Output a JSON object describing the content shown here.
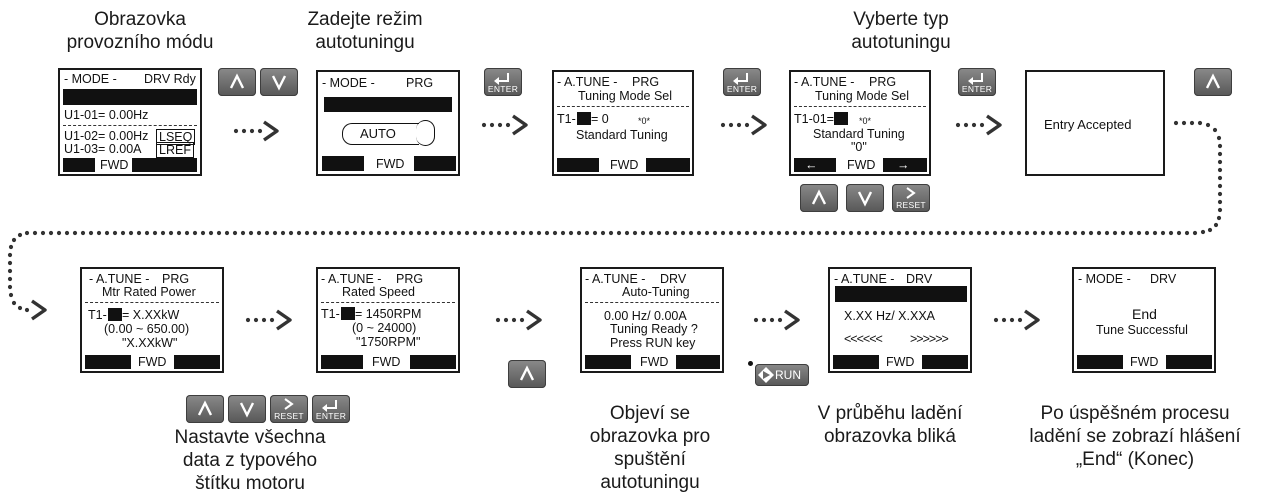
{
  "captions": {
    "step1": [
      "Obrazovka",
      "provozního módu"
    ],
    "step2": [
      "Zadejte režim",
      "autotuningu"
    ],
    "step3": [
      "Vyberte typ",
      "autotuningu"
    ],
    "step_data": [
      "Nastavte všechna",
      "data z typového",
      "štítku motoru"
    ],
    "step_ready": [
      "Objeví se",
      "obrazovka pro",
      "spuštění",
      "autotuningu"
    ],
    "step_blink": [
      "V průběhu ladění",
      "obrazovka bliká"
    ],
    "step_end": [
      "Po úspěšném procesu",
      "ladění se zobrazí hlášení",
      "„End“ (Konec)"
    ]
  },
  "screens": {
    "s1": {
      "title": "- MODE -",
      "status": "DRV  Rdy",
      "l1": "U1-01= 0.00Hz",
      "l2": "U1-02= 0.00Hz",
      "b2": "LSEQ",
      "l3": "U1-03= 0.00A",
      "b3": "LREF",
      "foot": "FWD"
    },
    "s2": {
      "title": "- MODE -",
      "status": "PRG",
      "auto": "AUTO",
      "foot": "FWD"
    },
    "s3": {
      "title": "- A.TUNE -",
      "status": "PRG",
      "sub": "Tuning Mode Sel",
      "param_pre": "T1-",
      "param_post": "= 0",
      "code": "*0*",
      "l2": "Standard Tuning",
      "foot": "FWD"
    },
    "s4": {
      "title": "- A.TUNE -",
      "status": "PRG",
      "sub": "Tuning Mode Sel",
      "param_pre": "T1-01=",
      "code": "*0*",
      "l2": "Standard Tuning",
      "l3": "\"0\"",
      "foot_left": "←",
      "foot": "FWD",
      "foot_right": "→"
    },
    "s5": {
      "text": "Entry Accepted"
    },
    "s6": {
      "title": "- A.TUNE -",
      "status": "PRG",
      "sub": "Mtr Rated Power",
      "param_pre": "T1-",
      "param_post": "=  X.XXkW",
      "l2": "(0.00 ~ 650.00)",
      "l3": "\"X.XXkW\"",
      "foot": "FWD"
    },
    "s7": {
      "title": "- A.TUNE -",
      "status": "PRG",
      "sub": "Rated Speed",
      "param_pre": "T1-",
      "param_post": "=  1450RPM",
      "l2": "(0 ~ 24000)",
      "l3": "\"1750RPM\"",
      "foot": "FWD"
    },
    "s8": {
      "title": "- A.TUNE -",
      "status": "DRV",
      "sub": "Auto-Tuning",
      "l1": "0.00 Hz/  0.00A",
      "l2": "Tuning Ready ?",
      "l3": "Press RUN key",
      "foot": "FWD"
    },
    "s9": {
      "title": "- A.TUNE -",
      "status": "DRV",
      "l1": "X.XX Hz/  X.XXA",
      "left_arrows": "<<<<<<",
      "right_arrows": ">>>>>>",
      "foot": "FWD"
    },
    "s10": {
      "title": "- MODE -",
      "status": "DRV",
      "l1": "End",
      "l2": "Tune Successful",
      "foot": "FWD"
    }
  },
  "keys": {
    "enter": "ENTER",
    "reset": "RESET",
    "run": "RUN"
  }
}
